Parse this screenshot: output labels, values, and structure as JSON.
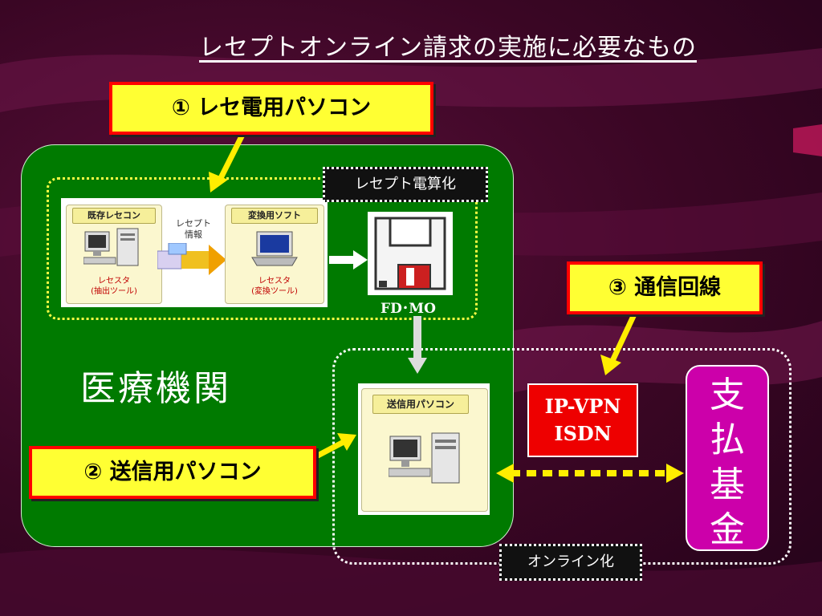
{
  "title": "レセプトオンライン請求の実施に必要なもの",
  "callouts": {
    "one": "① レセ電用パソコン",
    "two": "② 送信用パソコン",
    "three": "③ 通信回線"
  },
  "labels": {
    "receipt_digitization": "レセプト電算化",
    "online": "オンライン化",
    "fd_mo": "FD･MO",
    "medical_institution": "医療機関",
    "network": [
      "IP-VPN",
      "ISDN"
    ],
    "payment_fund": [
      "支",
      "払",
      "基",
      "金"
    ]
  },
  "left_panel": {
    "card1_tab": "既存レセコン",
    "card1_caption": [
      "レセスタ",
      "(抽出ツール)"
    ],
    "transfer_label": [
      "レセプト",
      "情報"
    ],
    "card2_tab": "変換用ソフト",
    "card2_caption": [
      "レセスタ",
      "(変換ツール)"
    ]
  },
  "send_panel": {
    "tab": "送信用パソコン"
  },
  "colors": {
    "background": "#3a0624",
    "green_area": "#007a00",
    "callout_fill": "#ffff33",
    "callout_border": "#ff0000",
    "network_box": "#ee0000",
    "fund_box": "#cc00aa",
    "arrow_yellow": "#ffee00"
  },
  "icons": [
    "desktop-computer-icon",
    "laptop-icon",
    "floppy-disk-icon",
    "transfer-arrow-icon"
  ]
}
